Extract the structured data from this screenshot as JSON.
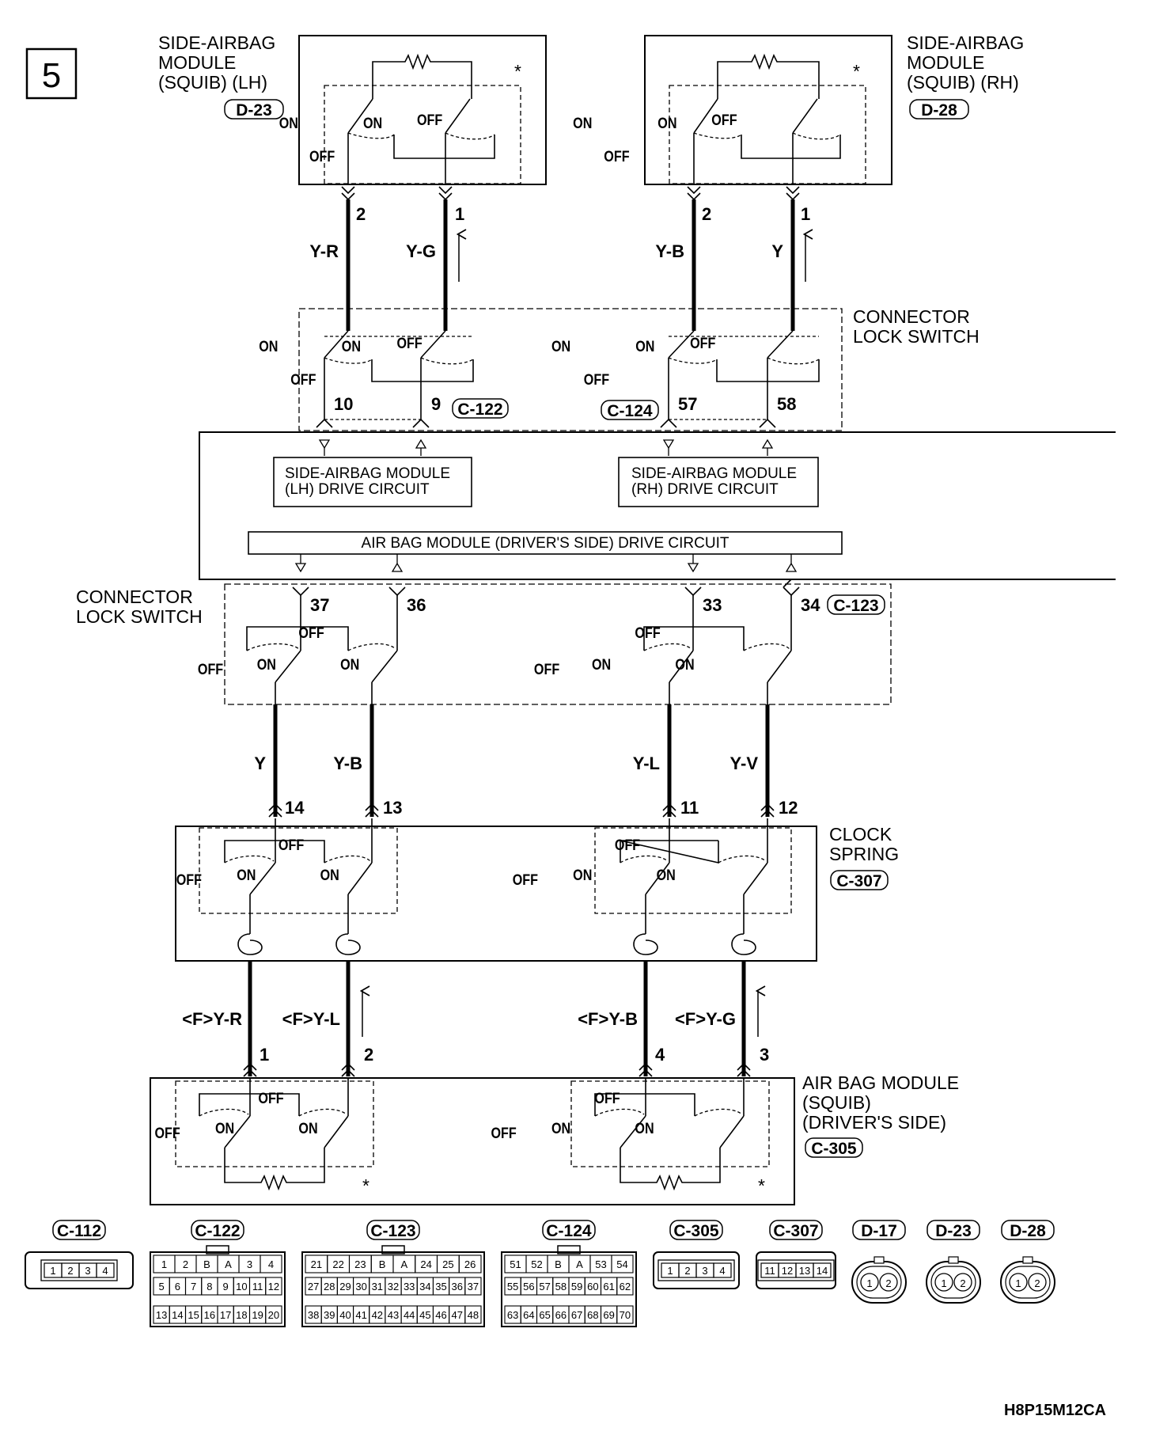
{
  "page_number": "5",
  "footer_code": "H8P15M12CA",
  "asterisk": "*",
  "sw_labels": {
    "on": "ON",
    "off": "OFF"
  },
  "components": {
    "side_airbag_lh": {
      "name": [
        "SIDE-AIRBAG",
        "MODULE",
        "(SQUIB) (LH)"
      ],
      "connector": "D-23"
    },
    "side_airbag_rh": {
      "name": [
        "SIDE-AIRBAG",
        "MODULE",
        "(SQUIB) (RH)"
      ],
      "connector": "D-28"
    },
    "connector_lock_switch_upper": {
      "name": [
        "CONNECTOR",
        "LOCK SWITCH"
      ]
    },
    "connector_lock_switch_lower": {
      "name": [
        "CONNECTOR",
        "LOCK SWITCH"
      ]
    },
    "clock_spring": {
      "name": [
        "CLOCK",
        "SPRING"
      ],
      "connector": "C-307"
    },
    "air_bag_module_driver": {
      "name": [
        "AIR BAG MODULE",
        "(SQUIB)",
        "(DRIVER'S SIDE)"
      ],
      "connector": "C-305"
    }
  },
  "ecu": {
    "lh_drive_circuit": [
      "SIDE-AIRBAG MODULE",
      "(LH) DRIVE CIRCUIT"
    ],
    "rh_drive_circuit": [
      "SIDE-AIRBAG MODULE",
      "(RH) DRIVE CIRCUIT"
    ],
    "driver_drive_circuit": "AIR BAG MODULE (DRIVER'S SIDE) DRIVE CIRCUIT",
    "connectors": {
      "c122": "C-122",
      "c124": "C-124",
      "c123": "C-123"
    }
  },
  "wires_top": [
    {
      "pin": "2",
      "color": "Y-R"
    },
    {
      "pin": "1",
      "color": "Y-G"
    },
    {
      "pin": "2",
      "color": "Y-B"
    },
    {
      "pin": "1",
      "color": "Y"
    }
  ],
  "ecu_top_pins": [
    "10",
    "9",
    "57",
    "58"
  ],
  "ecu_bottom_pins": [
    "37",
    "36",
    "33",
    "34"
  ],
  "wires_mid": [
    {
      "color": "Y",
      "pin": "14"
    },
    {
      "color": "Y-B",
      "pin": "13"
    },
    {
      "color": "Y-L",
      "pin": "11"
    },
    {
      "color": "Y-V",
      "pin": "12"
    }
  ],
  "wires_bottom": [
    {
      "color": "<F>Y-R",
      "pin": "1"
    },
    {
      "color": "<F>Y-L",
      "pin": "2"
    },
    {
      "color": "<F>Y-B",
      "pin": "4"
    },
    {
      "color": "<F>Y-G",
      "pin": "3"
    }
  ],
  "connector_views": [
    {
      "id": "C-112",
      "rows": [
        [
          "1",
          "2",
          "3",
          "4"
        ]
      ]
    },
    {
      "id": "C-122",
      "rows": [
        [
          "1",
          "2",
          "B",
          "A",
          "3",
          "4"
        ],
        [
          "5",
          "6",
          "7",
          "8",
          "9",
          "10",
          "11",
          "12"
        ],
        [
          "13",
          "14",
          "15",
          "16",
          "17",
          "18",
          "19",
          "20"
        ]
      ]
    },
    {
      "id": "C-123",
      "rows": [
        [
          "21",
          "22",
          "23",
          "B",
          "A",
          "24",
          "25",
          "26"
        ],
        [
          "27",
          "28",
          "29",
          "30",
          "31",
          "32",
          "33",
          "34",
          "35",
          "36",
          "37"
        ],
        [
          "38",
          "39",
          "40",
          "41",
          "42",
          "43",
          "44",
          "45",
          "46",
          "47",
          "48"
        ]
      ]
    },
    {
      "id": "C-124",
      "rows": [
        [
          "51",
          "52",
          "B",
          "A",
          "53",
          "54"
        ],
        [
          "55",
          "56",
          "57",
          "58",
          "59",
          "60",
          "61",
          "62"
        ],
        [
          "63",
          "64",
          "65",
          "66",
          "67",
          "68",
          "69",
          "70"
        ]
      ]
    },
    {
      "id": "C-305",
      "rows": [
        [
          "1",
          "2",
          "3",
          "4"
        ]
      ]
    },
    {
      "id": "C-307",
      "rows": [
        [
          "11",
          "12",
          "13",
          "14"
        ]
      ]
    },
    {
      "id": "D-17",
      "rows": [
        [
          "1",
          "2"
        ]
      ]
    },
    {
      "id": "D-23",
      "rows": [
        [
          "1",
          "2"
        ]
      ]
    },
    {
      "id": "D-28",
      "rows": [
        [
          "1",
          "2"
        ]
      ]
    }
  ]
}
